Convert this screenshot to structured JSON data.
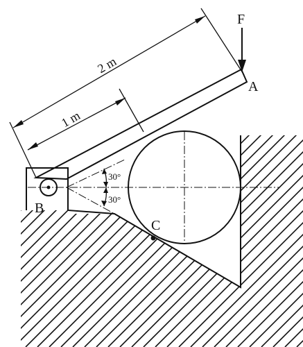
{
  "labels": {
    "force": "F",
    "point_a": "A",
    "point_b": "B",
    "point_c": "C",
    "dim_long": "2 m",
    "dim_short": "1 m",
    "angle_upper": "30°",
    "angle_lower": "30°"
  }
}
